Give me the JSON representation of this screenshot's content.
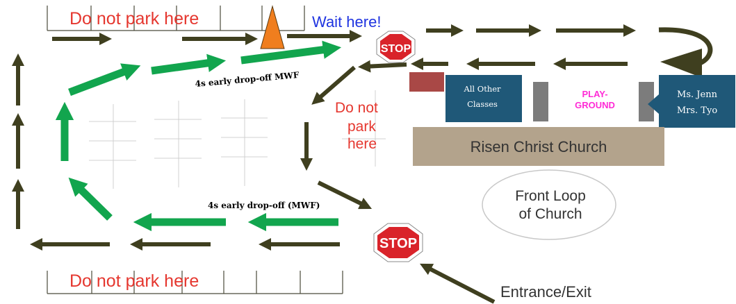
{
  "labels": {
    "no_park_top": "Do not park here",
    "no_park_bottom": "Do not park here",
    "no_park_middle": [
      "Do not",
      "park",
      "here"
    ],
    "wait_here": "Wait here!",
    "stop": "STOP",
    "early_dropoff_top": "4s early drop-off MWF",
    "early_dropoff_bottom": "4s early drop-off (MWF)",
    "all_other_classes": [
      "All Other",
      "Classes"
    ],
    "playground": [
      "PLAY-",
      "GROUND"
    ],
    "teachers": [
      "Ms. Jenn",
      "Mrs. Tyo"
    ],
    "church": "Risen Christ Church",
    "front_loop": [
      "Front Loop",
      "of Church"
    ],
    "entrance_exit": "Entrance/Exit"
  },
  "colors": {
    "dark_arrow": "#3f3f1f",
    "green_arrow": "#12a54e",
    "no_park_red": "#e5372f",
    "wait_blue": "#1f34e0",
    "stop_red": "#d9232a",
    "cone_orange": "#f07e1e",
    "info_box_blue": "#1f5878",
    "playground_pink": "#ff2bd6",
    "church_tan": "#b3a38c",
    "brick": "#a94846",
    "pillar_gray": "#7c7c7c",
    "grid_gray": "#d0d0d0"
  }
}
